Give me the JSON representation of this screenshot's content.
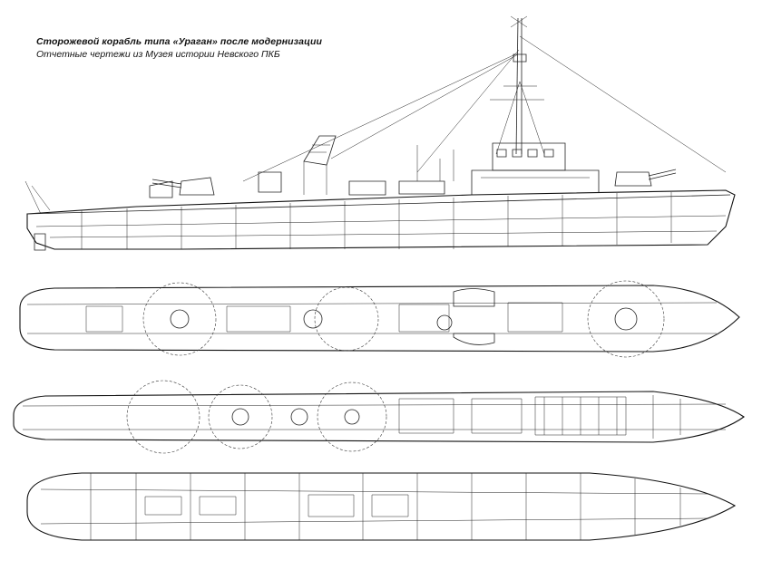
{
  "header": {
    "title": "Сторожевой корабль типа «Ураган» после модернизации",
    "subtitle": "Отчетные чертежи из Музея истории Невского ПКБ"
  },
  "views": [
    {
      "name": "side-profile"
    },
    {
      "name": "upper-deck-plan"
    },
    {
      "name": "main-deck-plan"
    },
    {
      "name": "hold-plan"
    }
  ],
  "colors": {
    "ink": "#222222",
    "paper": "#ffffff"
  }
}
